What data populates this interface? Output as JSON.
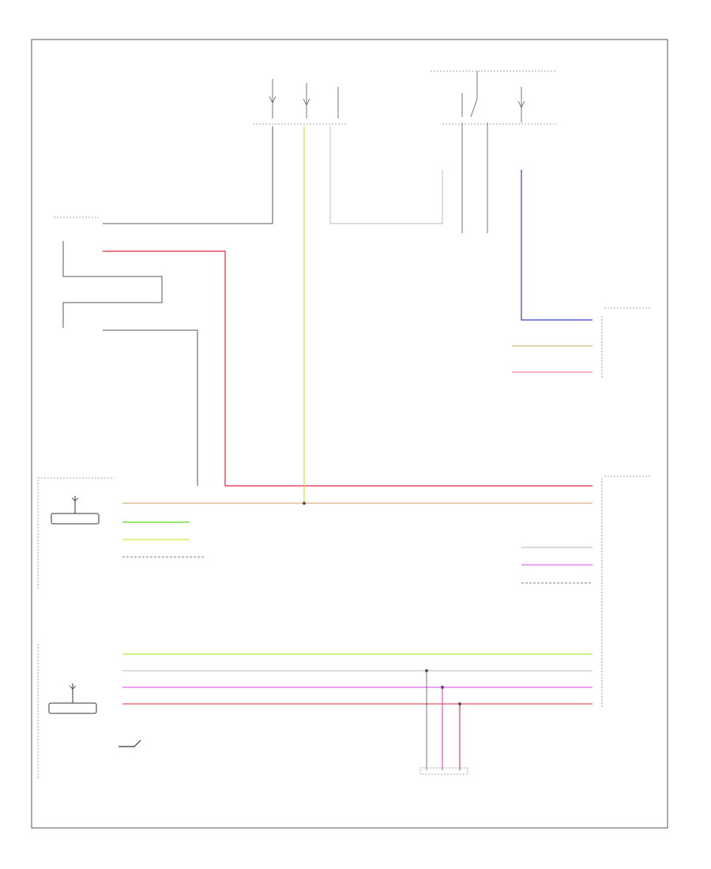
{
  "footer_code": "",
  "colors": {
    "black": "#555555",
    "red": "#e8283c",
    "yellow": "#d8d840",
    "green": "#70e040",
    "lime": "#b8e840",
    "gray": "#b8b8b8",
    "blue": "#3838e0",
    "orange": "#d0a060",
    "pink": "#e86098",
    "magenta": "#e040e0"
  },
  "components": [
    {
      "id": "fuse-box-left",
      "name": "fuse-box-left",
      "label": ""
    },
    {
      "id": "fuse-box-right",
      "name": "fuse-box-right",
      "label": ""
    },
    {
      "id": "ignition-relay",
      "name": "ignition-relay",
      "label": ""
    },
    {
      "id": "ground-top",
      "name": "ground-top",
      "label": ""
    },
    {
      "id": "engine-control-module",
      "name": "engine-control-module",
      "label": ""
    },
    {
      "id": "front-antenna-module",
      "name": "front-antenna-module",
      "label": ""
    },
    {
      "id": "rear-antenna-module",
      "name": "rear-antenna-module",
      "label": ""
    },
    {
      "id": "keyless-control-unit",
      "name": "keyless-control-unit",
      "label": ""
    },
    {
      "id": "joint-connector",
      "name": "joint-connector",
      "label": ""
    }
  ]
}
